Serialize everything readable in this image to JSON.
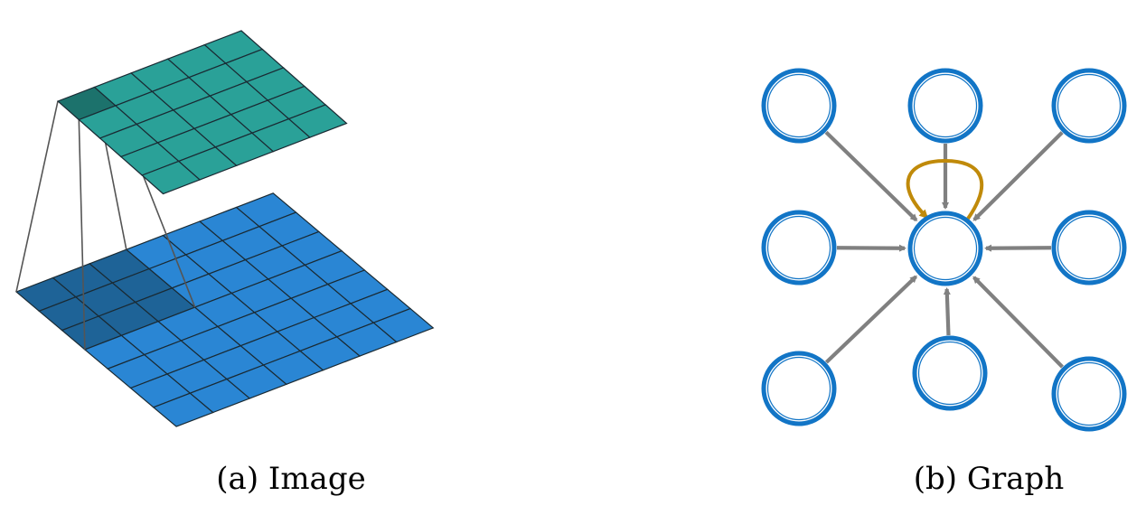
{
  "captions": {
    "image": "(a) Image",
    "graph": "(b) Graph"
  },
  "image_panel": {
    "input_grid": {
      "rows": 7,
      "cols": 7,
      "fill": "#2A86D4",
      "highlight_fill": "#1E6397",
      "highlight_rows": 3,
      "highlight_cols": 3
    },
    "output_grid": {
      "rows": 5,
      "cols": 5,
      "fill": "#2AA198",
      "highlight_fill": "#1C726C",
      "highlight_rows": 1,
      "highlight_cols": 1
    },
    "line_color": "#555555"
  },
  "graph_panel": {
    "node_stroke": "#1275C6",
    "edge_color": "#808080",
    "self_loop_color": "#C08A0A",
    "neighbors": [
      "top-left",
      "top",
      "top-right",
      "left",
      "right",
      "bottom-left",
      "bottom",
      "bottom-right"
    ],
    "has_self_loop": true
  }
}
